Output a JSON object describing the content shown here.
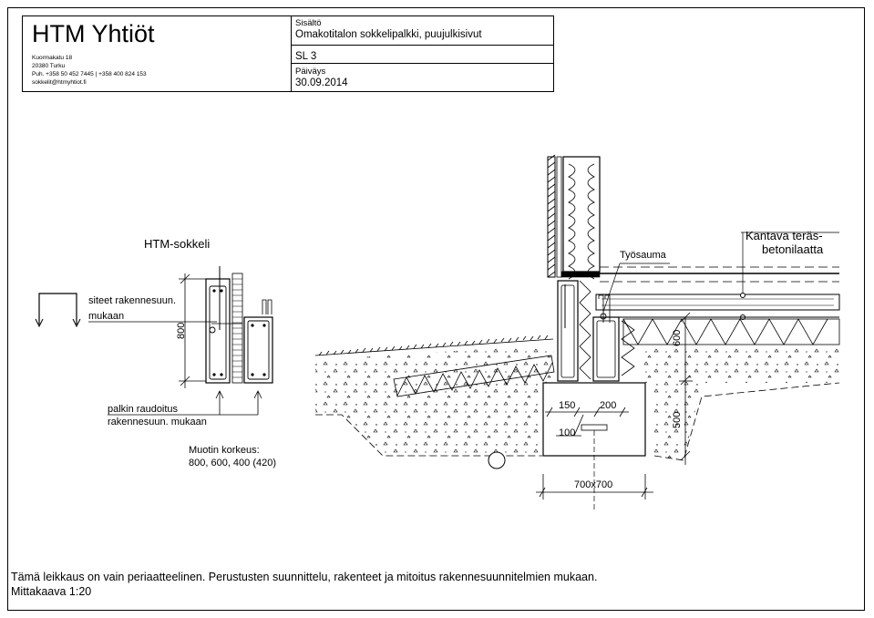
{
  "title_block": {
    "company": "HTM Yhtiöt",
    "address_lines": [
      "Kuormakatu 18",
      "20380 Turku",
      "Puh. +358 50 452 7445 | +358 400 824 153",
      "sokkelit@htmyhtiot.fi"
    ],
    "content_label": "Sisältö",
    "content_value": "Omakotitalon sokkelipalkki, puujulkisivut",
    "sheet_value": "SL 3",
    "date_label": "Päiväys",
    "date_value": "30.09.2014"
  },
  "drawing": {
    "detail_title": "HTM-sokkeli",
    "stirrups_label_1": "siteet rakennesuun.",
    "stirrups_label_2": "mukaan",
    "height_dim": "800",
    "rebar_label_1": "palkin raudoitus",
    "rebar_label_2": "rakennesuun. mukaan",
    "form_height_1": "Muotin korkeus:",
    "form_height_2": "800, 600, 400 (420)",
    "joint_label": "Työsauma",
    "slab_label_1": "Kantava teräs-",
    "slab_label_2": "betonilaatta",
    "dim_600": "600",
    "dim_500": "500",
    "dim_150": "150",
    "dim_200": "200",
    "dim_100": "100",
    "dim_footing": "700x700"
  },
  "footer": {
    "note": "Tämä leikkaus on vain periaatteelinen. Perustusten suunnittelu, rakenteet ja mitoitus rakennesuunnitelmien mukaan.",
    "scale": "Mittakaava 1:20"
  }
}
